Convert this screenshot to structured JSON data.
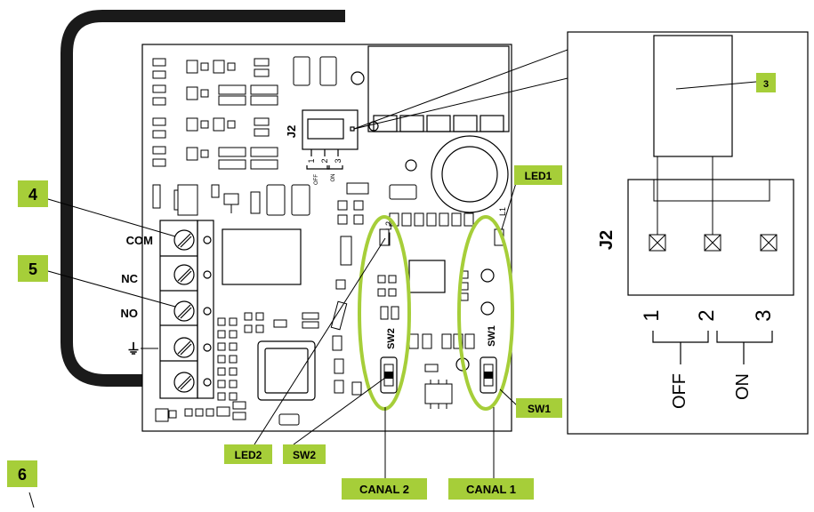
{
  "colors": {
    "callout_fill": "#a6ce39",
    "highlight_ring": "#a6ce39",
    "line": "#000000",
    "board": "#ffffff",
    "cable": "#1a1a1a"
  },
  "board": {
    "terminal_labels": [
      "COM",
      "NC",
      "NO"
    ],
    "ground_symbol": "⏚",
    "jumper_label": "J2",
    "jumper_pins": [
      "1",
      "2",
      "3"
    ],
    "jumper_small_labels": [
      "OFF",
      "ON"
    ],
    "sw1_label": "SW1",
    "sw2_label": "SW2",
    "l1_label": "L1",
    "l2_label": "L2"
  },
  "callouts": {
    "c4": "4",
    "c5": "5",
    "c6": "6",
    "c3": "3",
    "led1": "LED1",
    "led2": "LED2",
    "sw1": "SW1",
    "sw2": "SW2",
    "canal1": "CANAL 1",
    "canal2": "CANAL 2"
  },
  "inset": {
    "jumper_label": "J2",
    "pins": [
      "1",
      "2",
      "3"
    ],
    "off_label": "OFF",
    "on_label": "ON"
  }
}
